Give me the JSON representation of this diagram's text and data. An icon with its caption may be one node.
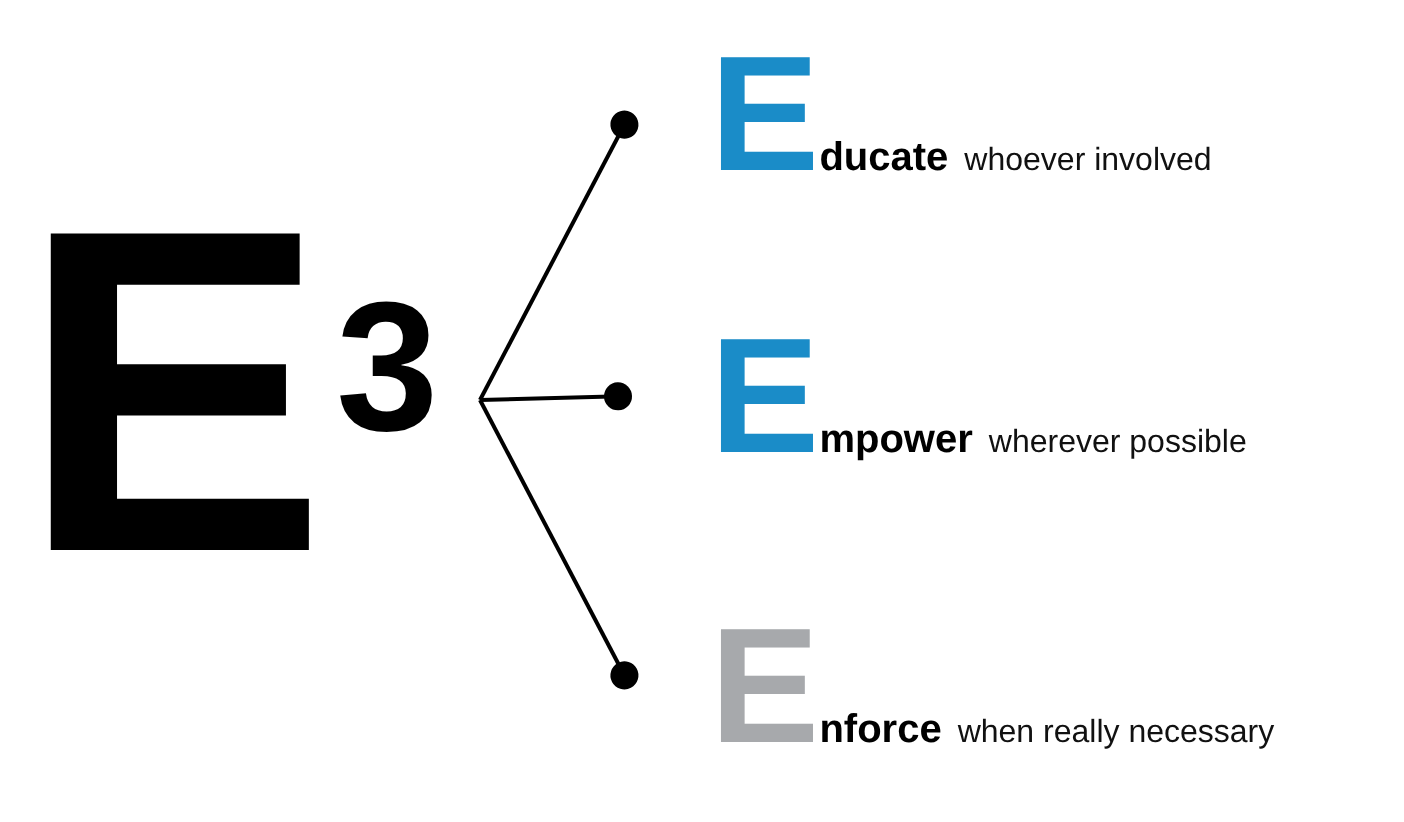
{
  "diagram": {
    "nodes": [
      {
        "text": [
          "E$^{3}$"
        ]
      },
      {
        "text": [
          "E",
          "ducate",
          "whoever involved"
        ]
      },
      {
        "text": [
          "E",
          "mpower",
          "wherever possible"
        ]
      },
      {
        "text": [
          "E",
          "nforce",
          "when really necessary"
        ]
      }
    ],
    "edges": [
      {
        "from": 0,
        "to": 1,
        "arrow": "other"
      },
      {
        "from": 0,
        "to": 2,
        "arrow": "other"
      },
      {
        "from": 0,
        "to": 3,
        "arrow": "other"
      }
    ]
  }
}
